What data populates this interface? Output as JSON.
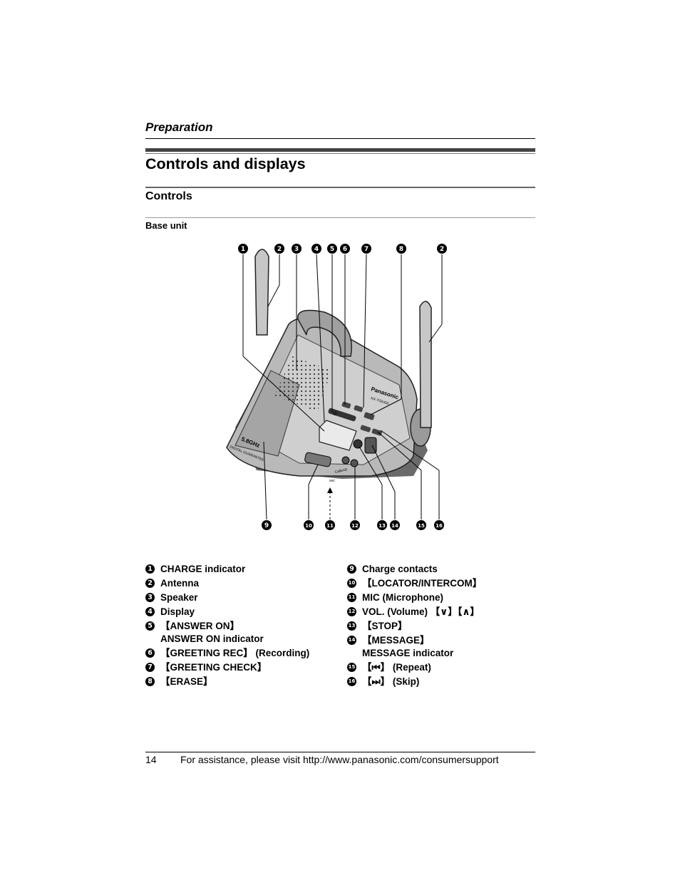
{
  "header": {
    "section": "Preparation"
  },
  "page": {
    "title": "Controls and displays",
    "subtitle": "Controls",
    "minor_heading": "Base unit"
  },
  "diagram": {
    "callouts": [
      "1",
      "2",
      "3",
      "4",
      "5",
      "6",
      "7",
      "8",
      "2",
      "9",
      "10",
      "11",
      "12",
      "13",
      "14",
      "15",
      "16"
    ],
    "device_labels": {
      "brand": "Panasonic",
      "model": "KX-TG5455",
      "band": "5.8GHz",
      "digital": "DIGITAL GUARANTEE",
      "mic": "MIC",
      "caller": "CallerID"
    }
  },
  "legend": {
    "left": [
      {
        "num": "1",
        "text": "CHARGE indicator"
      },
      {
        "num": "2",
        "text": "Antenna"
      },
      {
        "num": "3",
        "text": "Speaker"
      },
      {
        "num": "4",
        "text": "Display"
      },
      {
        "num": "5",
        "text": "【ANSWER ON】",
        "sub": "ANSWER ON indicator"
      },
      {
        "num": "6",
        "text": "【GREETING REC】 (Recording)"
      },
      {
        "num": "7",
        "text": "【GREETING CHECK】"
      },
      {
        "num": "8",
        "text": "【ERASE】"
      }
    ],
    "right": [
      {
        "num": "9",
        "text": "Charge contacts"
      },
      {
        "num": "10",
        "text": "【LOCATOR/INTERCOM】"
      },
      {
        "num": "11",
        "text": "MIC (Microphone)"
      },
      {
        "num": "12",
        "text": "VOL. (Volume) 【∨】【∧】"
      },
      {
        "num": "13",
        "text": "【STOP】"
      },
      {
        "num": "14",
        "text": "【MESSAGE】",
        "sub": "MESSAGE indicator"
      },
      {
        "num": "15",
        "text": "【⏮】 (Repeat)"
      },
      {
        "num": "16",
        "text": "【⏭】 (Skip)"
      }
    ]
  },
  "footer": {
    "page_number": "14",
    "text": "For assistance, please visit http://www.panasonic.com/consumersupport"
  }
}
